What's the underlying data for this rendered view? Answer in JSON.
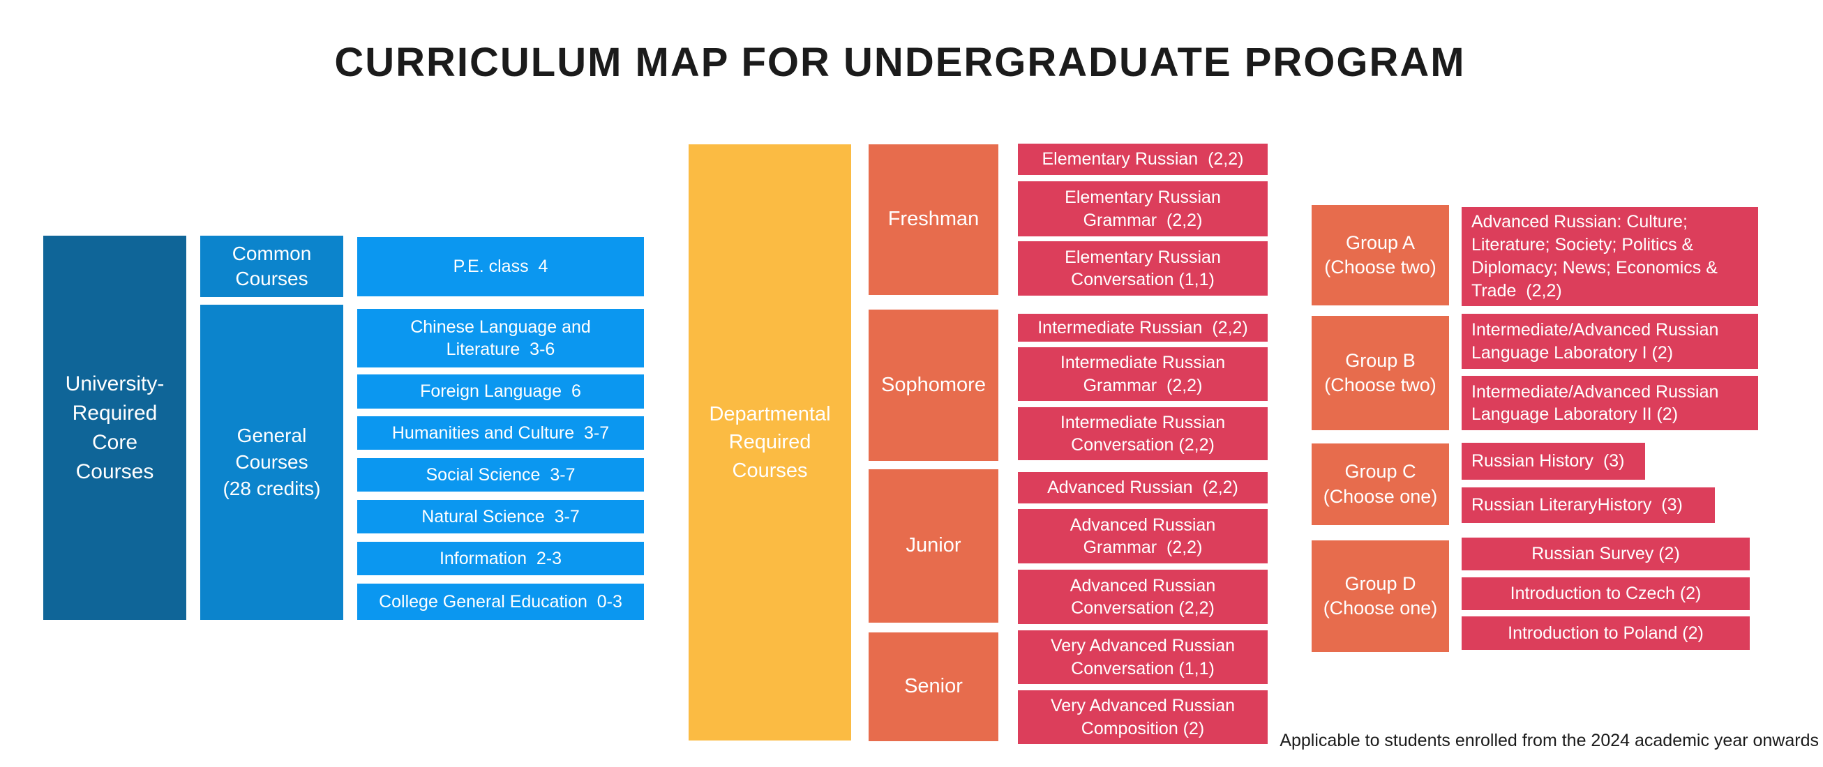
{
  "title": "CURRICULUM MAP FOR UNDERGRADUATE PROGRAM",
  "footnote": "Applicable to students enrolled from the 2024 academic year onwards",
  "colors": {
    "dark_blue": "#0F6598",
    "medium_blue": "#0C84CC",
    "bright_blue": "#0B97F0",
    "yellow": "#FBBB43",
    "coral": "#E76C4D",
    "crimson": "#DC3E5B"
  },
  "left": {
    "core_label": "University-\nRequired\nCore\nCourses",
    "common_label": "Common\nCourses",
    "general_label": "General\nCourses\n(28 credits)",
    "courses": [
      "P.E. class  4",
      "Chinese Language and\nLiterature  3-6",
      "Foreign Language  6",
      "Humanities and Culture  3-7",
      "Social Science  3-7",
      "Natural Science  3-7",
      "Information  2-3",
      "College General Education  0-3"
    ]
  },
  "middle": {
    "dept_label": "Departmental\nRequired\nCourses",
    "years": [
      "Freshman",
      "Sophomore",
      "Junior",
      "Senior"
    ],
    "courses": [
      "Elementary Russian  (2,2)",
      "Elementary Russian\nGrammar  (2,2)",
      "Elementary Russian\nConversation (1,1)",
      "Intermediate Russian  (2,2)",
      "Intermediate Russian\nGrammar  (2,2)",
      "Intermediate Russian\nConversation (2,2)",
      "Advanced Russian  (2,2)",
      "Advanced Russian\nGrammar  (2,2)",
      "Advanced Russian\nConversation (2,2)",
      "Very Advanced Russian\nConversation (1,1)",
      "Very Advanced Russian\nComposition (2)"
    ]
  },
  "right": {
    "groups": [
      "Group A\n(Choose two)",
      "Group B\n(Choose two)",
      "Group C\n(Choose one)",
      "Group D\n(Choose one)"
    ],
    "courses": [
      "Advanced Russian: Culture;\nLiterature; Society; Politics &\nDiplomacy; News; Economics &\nTrade  (2,2)",
      "Intermediate/Advanced Russian\nLanguage Laboratory I (2)",
      "Intermediate/Advanced Russian\nLanguage Laboratory II (2)",
      "Russian History  (3)",
      "Russian LiteraryHistory  (3)",
      "Russian Survey (2)",
      "Introduction to Czech (2)",
      "Introduction to Poland (2)"
    ]
  }
}
